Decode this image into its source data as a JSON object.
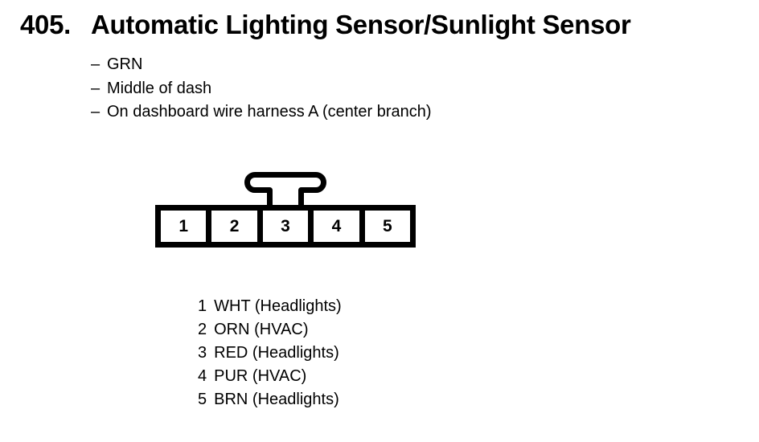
{
  "page": {
    "section_number": "405.",
    "title": "Automatic Lighting Sensor/Sunlight Sensor",
    "details": [
      {
        "dash": "–",
        "text": "GRN"
      },
      {
        "dash": "–",
        "text": "Middle of dash"
      },
      {
        "dash": "–",
        "text": "On dashboard wire harness A (center branch)"
      }
    ]
  },
  "connector": {
    "pins": [
      "1",
      "2",
      "3",
      "4",
      "5"
    ],
    "tab_icon": "connector-latch-tab"
  },
  "pinout": [
    {
      "pin": "1",
      "label": "WHT (Headlights)"
    },
    {
      "pin": "2",
      "label": "ORN (HVAC)"
    },
    {
      "pin": "3",
      "label": "RED (Headlights)"
    },
    {
      "pin": "4",
      "label": "PUR (HVAC)"
    },
    {
      "pin": "5",
      "label": "BRN (Headlights)"
    }
  ],
  "colors": {
    "ink": "#000000",
    "background": "#ffffff"
  }
}
